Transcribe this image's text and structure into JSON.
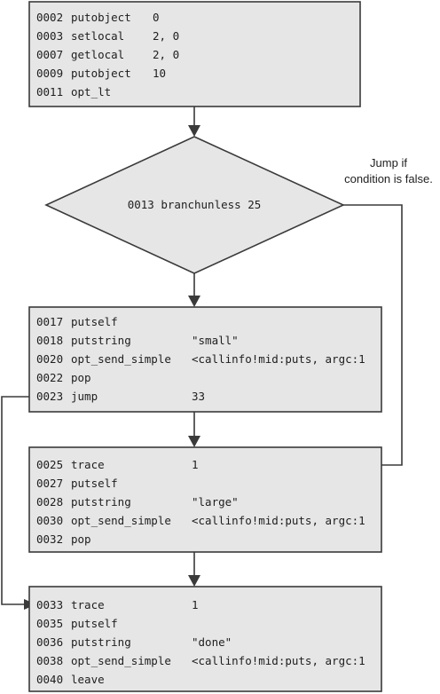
{
  "blocks": {
    "block1": {
      "lines": [
        {
          "addr": "0002",
          "op": "putobject",
          "arg": "0"
        },
        {
          "addr": "0003",
          "op": "setlocal",
          "arg": "2, 0"
        },
        {
          "addr": "0007",
          "op": "getlocal",
          "arg": "2, 0"
        },
        {
          "addr": "0009",
          "op": "putobject",
          "arg": "10"
        },
        {
          "addr": "0011",
          "op": "opt_lt",
          "arg": ""
        }
      ]
    },
    "decision": {
      "text": "0013 branchunless 25"
    },
    "block2": {
      "lines": [
        {
          "addr": "0017",
          "op": "putself",
          "arg": ""
        },
        {
          "addr": "0018",
          "op": "putstring",
          "arg": "\"small\""
        },
        {
          "addr": "0020",
          "op": "opt_send_simple",
          "arg": "<callinfo!mid:puts, argc:1"
        },
        {
          "addr": "0022",
          "op": "pop",
          "arg": ""
        },
        {
          "addr": "0023",
          "op": "jump",
          "arg": "33"
        }
      ]
    },
    "block3": {
      "lines": [
        {
          "addr": "0025",
          "op": "trace",
          "arg": "1"
        },
        {
          "addr": "0027",
          "op": "putself",
          "arg": ""
        },
        {
          "addr": "0028",
          "op": "putstring",
          "arg": "\"large\""
        },
        {
          "addr": "0030",
          "op": "opt_send_simple",
          "arg": "<callinfo!mid:puts, argc:1"
        },
        {
          "addr": "0032",
          "op": "pop",
          "arg": ""
        }
      ]
    },
    "block4": {
      "lines": [
        {
          "addr": "0033",
          "op": "trace",
          "arg": "1"
        },
        {
          "addr": "0035",
          "op": "putself",
          "arg": ""
        },
        {
          "addr": "0036",
          "op": "putstring",
          "arg": "\"done\""
        },
        {
          "addr": "0038",
          "op": "opt_send_simple",
          "arg": "<callinfo!mid:puts, argc:1"
        },
        {
          "addr": "0040",
          "op": "leave",
          "arg": ""
        }
      ]
    }
  },
  "annotation": {
    "line1": "Jump if",
    "line2": "condition is false."
  },
  "colors": {
    "box_fill": "#e6e6e6",
    "stroke": "#3a3a3a",
    "text": "#1e1e1e"
  }
}
